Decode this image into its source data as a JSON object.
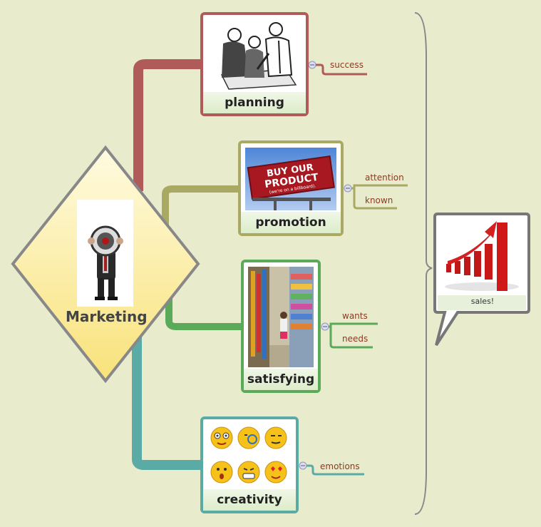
{
  "central_topic": {
    "label": "Marketing",
    "image_icon": "megaphone-person-icon"
  },
  "branches": [
    {
      "id": "planning",
      "label": "planning",
      "color": "#b05a5a",
      "image_icon": "business-meeting-sketch-icon",
      "subtopics": [
        "success"
      ]
    },
    {
      "id": "promotion",
      "label": "promotion",
      "color": "#aaa963",
      "image_icon": "billboard-icon",
      "billboard_text": [
        "BUY OUR",
        "PRODUCT",
        "(we're on a billboard)."
      ],
      "subtopics": [
        "attention",
        "known"
      ]
    },
    {
      "id": "satisfying",
      "label": "satisfying",
      "color": "#5aaa5a",
      "image_icon": "store-aisle-icon",
      "subtopics": [
        "wants",
        "needs"
      ]
    },
    {
      "id": "creativity",
      "label": "creativity",
      "color": "#5aaaa6",
      "image_icon": "emoticons-icon",
      "subtopics": [
        "emotions"
      ]
    }
  ],
  "callout": {
    "label": "sales!",
    "image_icon": "rising-sales-chart-icon"
  },
  "colors": {
    "background": "#e9eccc",
    "subtopic_text": "#8a3a22",
    "brace": "#888888"
  }
}
